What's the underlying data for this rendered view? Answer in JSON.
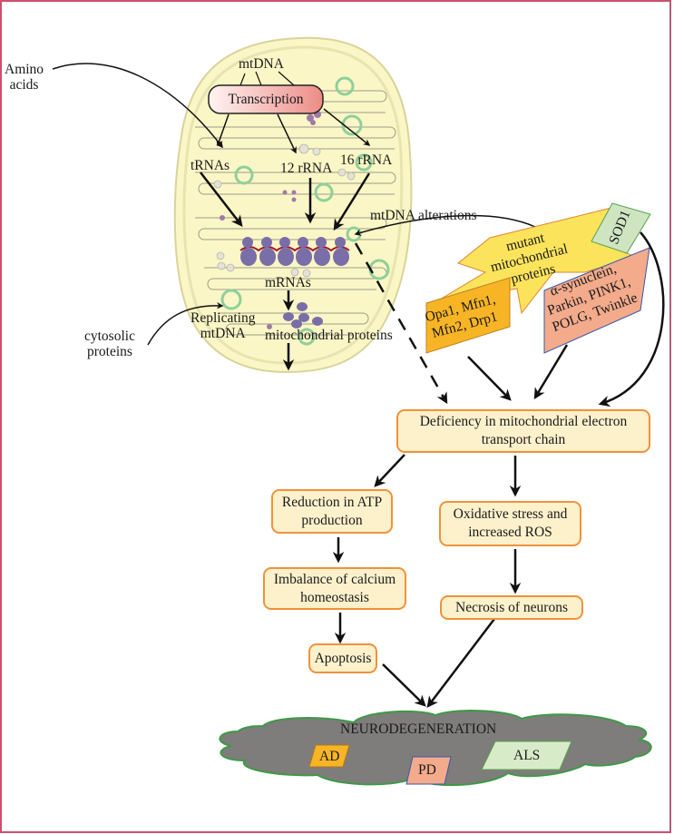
{
  "mitochondrion": {
    "mtdna": "mtDNA",
    "transcription": "Transcription",
    "trnas": "tRNAs",
    "rrna12": "12 rRNA",
    "rrna16": "16 rRNA",
    "mrnas": "mRNAs",
    "replicating_line1": "Replicating",
    "replicating_line2": "mtDNA",
    "mito_proteins": "mitochondrial proteins"
  },
  "external": {
    "amino_line1": "Amino",
    "amino_line2": "acids",
    "cytosolic_line1": "cytosolic",
    "cytosolic_line2": "proteins",
    "mtdna_alterations": "mtDNA alterations"
  },
  "mutants": {
    "star_line1": "mutant",
    "star_line2": "mitochondrial",
    "star_line3": "proteins",
    "opa_line1": "Opa1, Mfn1,",
    "opa_line2": "Mfn2, Drp1",
    "syn_line1": "α-synuclein,",
    "syn_line2": "Parkin, PINK1,",
    "syn_line3": "POLG, Twinkle",
    "sod1": "SOD1"
  },
  "flow": {
    "deficiency_line1": "Deficiency in mitochondrial electron",
    "deficiency_line2": "transport chain",
    "atp_line1": "Reduction in ATP",
    "atp_line2": "production",
    "ros_line1": "Oxidative stress and",
    "ros_line2": "increased ROS",
    "calcium_line1": "Imbalance of calcium",
    "calcium_line2": "homeostasis",
    "necrosis": "Necrosis of neurons",
    "apoptosis": "Apoptosis"
  },
  "outcome": {
    "title": "NEURODEGENERATION",
    "ad": "AD",
    "pd": "PD",
    "als": "ALS"
  },
  "colors": {
    "frame": "#cf4f6e",
    "box_fill": "#fdf1cc",
    "box_border": "#f0923a",
    "mito_fill": "#fbf6c6",
    "star_fill": "#fbe45c",
    "opa_fill": "#f7b526",
    "syn_fill": "#f3ab8c",
    "sod_fill": "#cfe5c2",
    "cloud_fill": "#7f7c7c",
    "cloud_border": "#3d9a45"
  }
}
